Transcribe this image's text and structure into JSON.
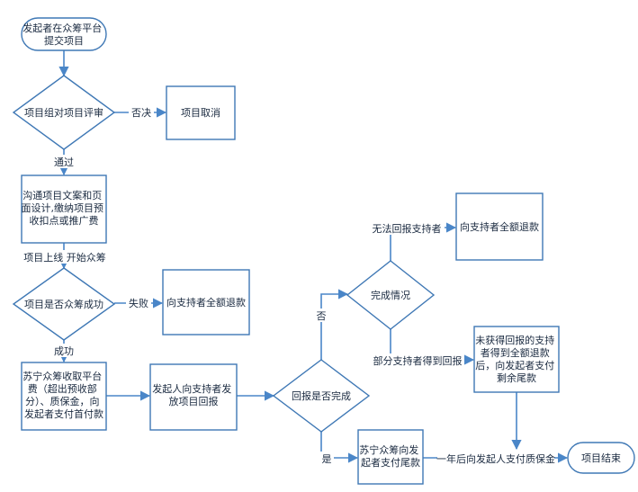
{
  "nodes": {
    "start": [
      "发起者在众筹平台",
      "提交项目"
    ],
    "review": [
      "项目组对项目评审"
    ],
    "cancel": [
      "项目取消"
    ],
    "communicate": [
      "沟通项目文案和页",
      "面设计,缴纳项目预",
      "收扣点或推广费"
    ],
    "funding_success": [
      "项目是否众筹成功"
    ],
    "full_refund_1": [
      "向支持者全额退款"
    ],
    "suning_fee": [
      "苏宁众筹收取平台",
      "费（超出预收部",
      "分）、质保金，向",
      "发起者支付首付款"
    ],
    "send_reward": [
      "发起人向支持者发",
      "放项目回报"
    ],
    "reward_done": [
      "回报是否完成"
    ],
    "completion": [
      "完成情况"
    ],
    "full_refund_2": [
      "向支持者全额退款"
    ],
    "pay_remainder": [
      "苏宁众筹向发",
      "起者支付尾款"
    ],
    "unreceived": [
      "未获得回报的支持",
      "者得到全额退款",
      "后，向发起者支付",
      "剩余尾款"
    ],
    "end": [
      "项目结束"
    ]
  },
  "edge_labels": {
    "reject": "否决",
    "pass": "通过",
    "launch": "项目上线  开始众筹",
    "fail": "失败",
    "success": "成功",
    "no": "否",
    "yes": "是",
    "cannot_reward": "无法回报支持者",
    "partial_reward": "部分支持者得到回报",
    "deposit": "一年后向发起人支付质保金"
  },
  "colors": {
    "stroke": "#3f78b5",
    "arrow": "#4a86c8",
    "fill": "#ffffff",
    "text": "#1a2a40"
  }
}
